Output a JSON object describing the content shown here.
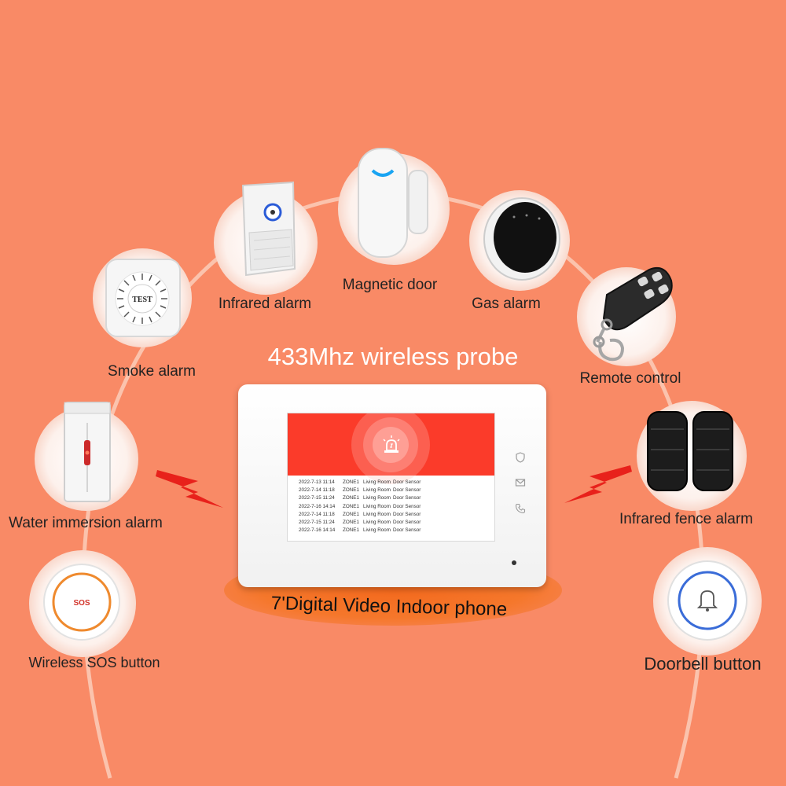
{
  "title": "433Mhz wireless probe",
  "colors": {
    "background": "#F98A66",
    "accent_red": "#FB3B2A",
    "bolt_red": "#E8211B",
    "title_text": "#FFFFFF"
  },
  "devices": {
    "smoke": {
      "label": "Smoke alarm",
      "button_text": "TEST",
      "icon": "smoke-detector-icon"
    },
    "infrared": {
      "label": "Infrared alarm",
      "icon": "pir-motion-sensor-icon"
    },
    "magnetic": {
      "label": "Magnetic door",
      "icon": "door-magnet-sensor-icon"
    },
    "gas": {
      "label": "Gas alarm",
      "icon": "gas-detector-icon"
    },
    "remote": {
      "label": "Remote control",
      "icon": "key-fob-remote-icon"
    },
    "water": {
      "label": "Water immersion alarm",
      "icon": "water-sensor-icon"
    },
    "fence": {
      "label": "Infrared fence alarm",
      "icon": "infrared-beam-icon"
    },
    "sos": {
      "label": "Wireless SOS button",
      "button_text": "SOS",
      "icon": "sos-button-icon"
    },
    "doorbell": {
      "label": "Doorbell button",
      "icon": "bell-icon"
    }
  },
  "phone": {
    "caption": "7'Digital Video Indoor phone",
    "alarm_icon": "alarm-siren-icon",
    "side_icons": [
      "shield-icon",
      "mail-icon",
      "phone-icon"
    ],
    "log": [
      {
        "datetime": "2022-7-13 11:14",
        "zone": "ZONE1",
        "room": "Living Room",
        "sensor": "Door Sensor"
      },
      {
        "datetime": "2022-7-14 11:18",
        "zone": "ZONE1",
        "room": "Living Room",
        "sensor": "Door Sensor"
      },
      {
        "datetime": "2022-7-15 11:24",
        "zone": "ZONE1",
        "room": "Living Room",
        "sensor": "Door Sensor"
      },
      {
        "datetime": "2022-7-16 14:14",
        "zone": "ZONE1",
        "room": "Living Room",
        "sensor": "Door Sensor"
      },
      {
        "datetime": "2022-7-14 11:18",
        "zone": "ZONE1",
        "room": "Living Room",
        "sensor": "Door Sensor"
      },
      {
        "datetime": "2022-7-15 11:24",
        "zone": "ZONE1",
        "room": "Living Room",
        "sensor": "Door Sensor"
      },
      {
        "datetime": "2022-7-16 14:14",
        "zone": "ZONE1",
        "room": "Living Room",
        "sensor": "Door Sensor"
      }
    ]
  }
}
